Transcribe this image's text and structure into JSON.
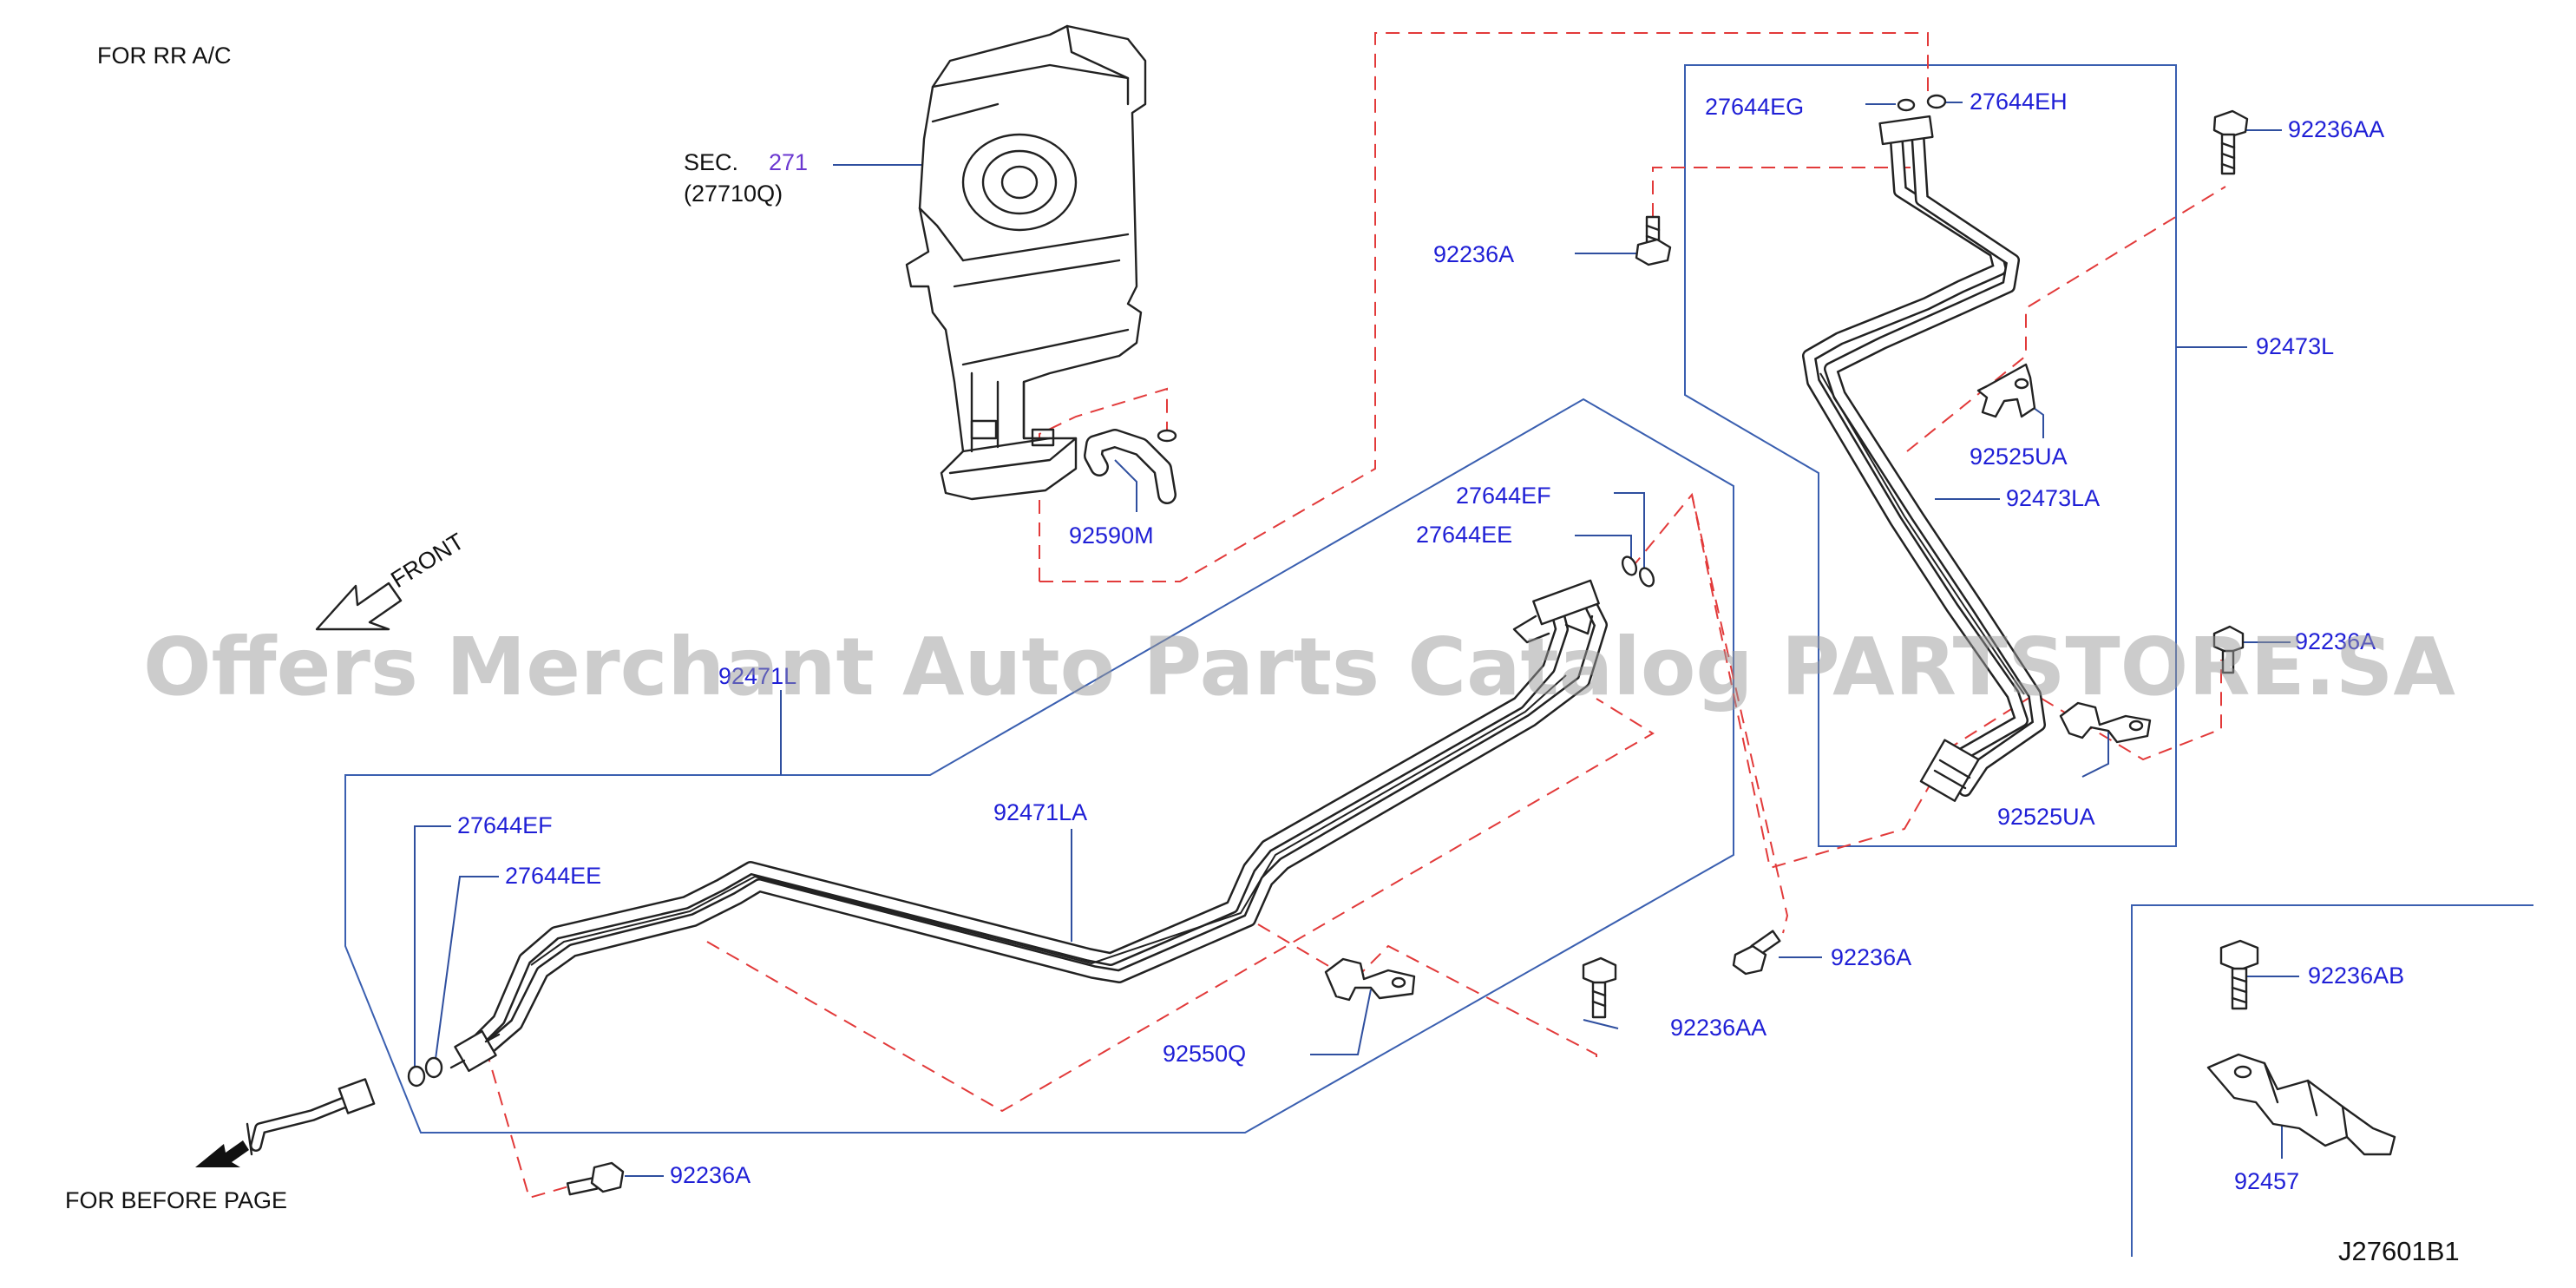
{
  "notes": {
    "top_left": "FOR  RR  A/C",
    "bottom_left": "FOR  BEFORE  PAGE",
    "front": "FRONT"
  },
  "section": {
    "prefix": "SEC.",
    "number": "271",
    "sub": "(27710Q)"
  },
  "labels": {
    "p27644EG": "27644EG",
    "p27644EH": "27644EH",
    "p92236AA_top": "92236AA",
    "p92236A_top": "92236A",
    "p92473L": "92473L",
    "p92525UA_top": "92525UA",
    "p92473LA": "92473LA",
    "p92236A_right": "92236A",
    "p27644EF_mid": "27644EF",
    "p27644EE_mid": "27644EE",
    "p92590M": "92590M",
    "p92471L": "92471L",
    "p92471LA": "92471LA",
    "p27644EF_left": "27644EF",
    "p27644EE_left": "27644EE",
    "p92525UA_bottom": "92525UA",
    "p92236A_mid": "92236A",
    "p92236AA_mid": "92236AA",
    "p92550Q": "92550Q",
    "p92236A_bottom": "92236A",
    "p92236AB": "92236AB",
    "p92457": "92457"
  },
  "watermark": "Offers Merchant Auto Parts Catalog PARTSTORE.SA",
  "diagram_code": "J27601B1",
  "colors": {
    "label_text": "#1f1fd6",
    "section_link": "#6b38d0",
    "leader_lines": "#2f4f9f",
    "dashed_lines": "#e23a3a",
    "ink": "#222222"
  },
  "icons": {
    "front_arrow": "hollow-arrow-icon",
    "before_page_arrow": "solid-arrow-icon"
  }
}
